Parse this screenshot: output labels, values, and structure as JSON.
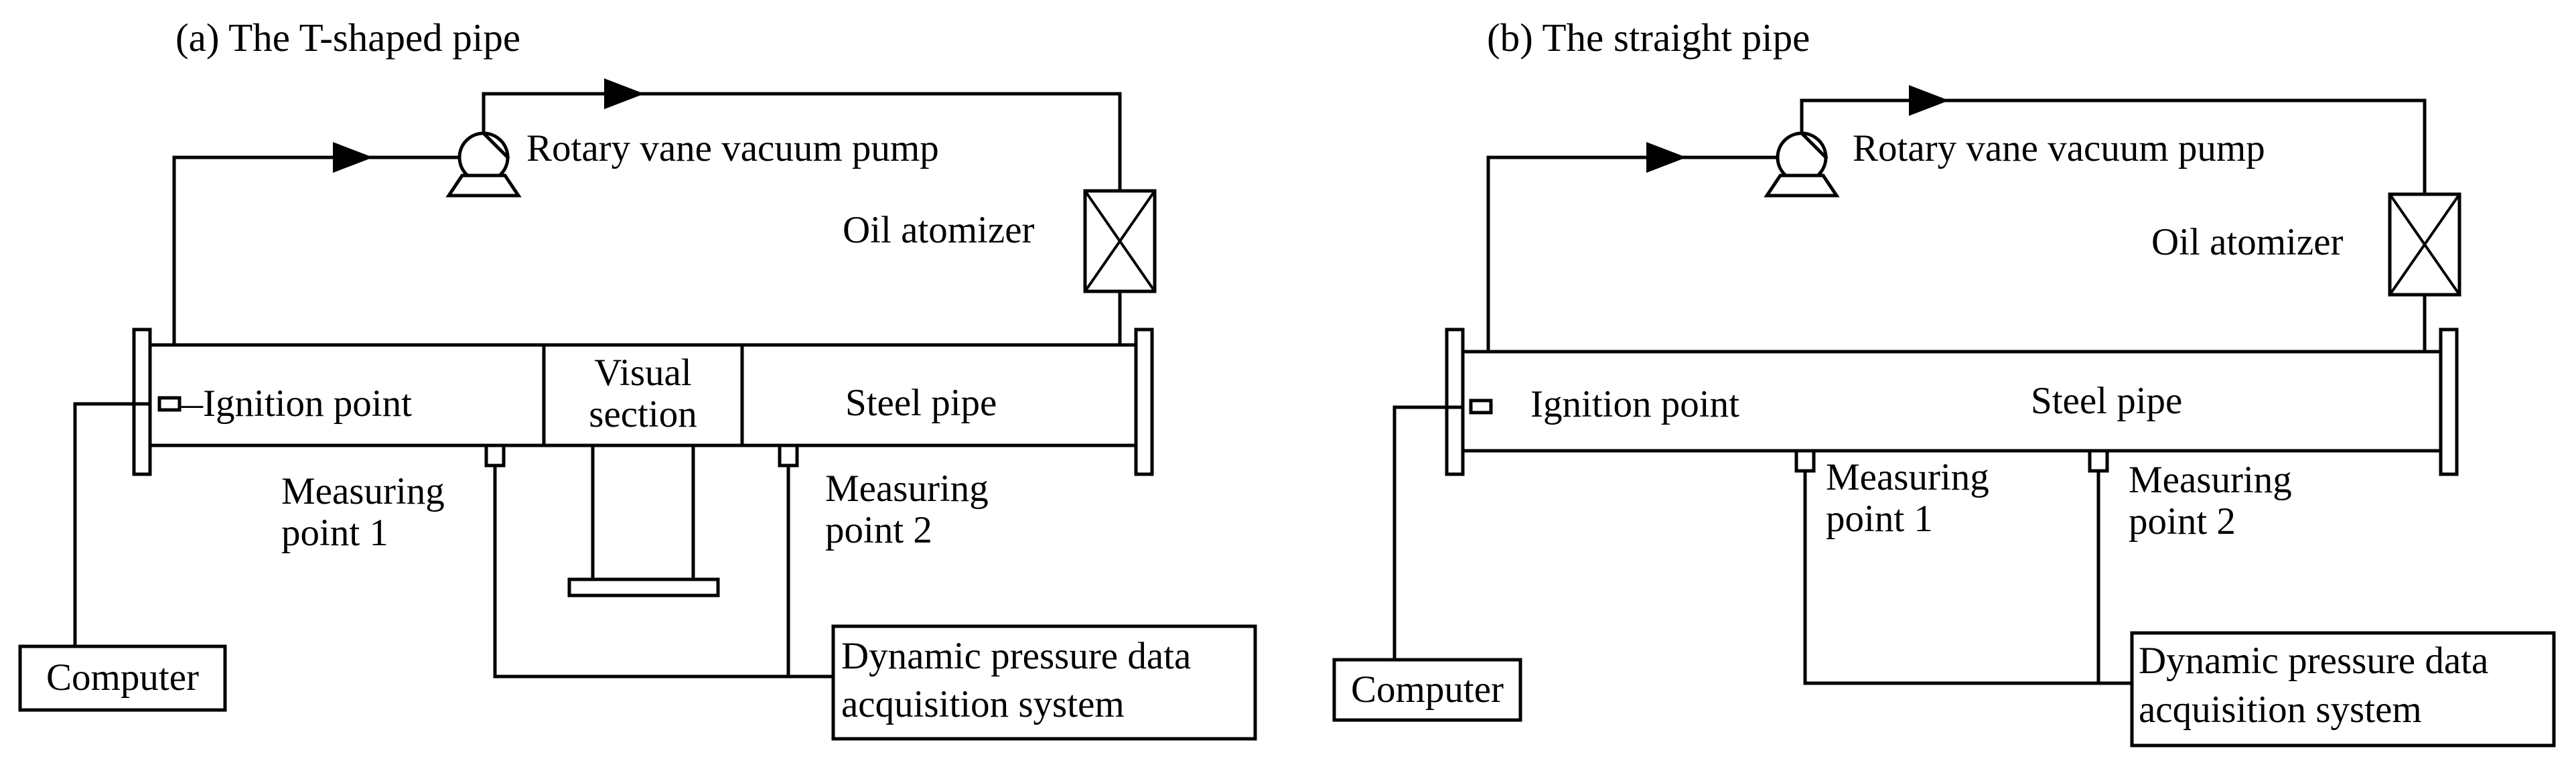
{
  "panel_a": {
    "title": "(a) The T-shaped pipe",
    "pump": "Rotary vane vacuum pump",
    "atomizer": "Oil atomizer",
    "ignition": "—Ignition point",
    "visual_line1": "Visual",
    "visual_line2": "section",
    "steel": "Steel pipe",
    "mp1_line1": "Measuring",
    "mp1_line2": "point 1",
    "mp2_line1": "Measuring",
    "mp2_line2": "point 2",
    "computer": "Computer",
    "daq_line1": "Dynamic pressure data",
    "daq_line2": "acquisition system"
  },
  "panel_b": {
    "title": "(b) The straight pipe",
    "pump": "Rotary vane vacuum pump",
    "atomizer": "Oil atomizer",
    "ignition": "Ignition point",
    "steel": "Steel pipe",
    "mp1_line1": "Measuring",
    "mp1_line2": "point 1",
    "mp2_line1": "Measuring",
    "mp2_line2": "point 2",
    "computer": "Computer",
    "daq_line1": "Dynamic pressure data",
    "daq_line2": "acquisition system"
  }
}
